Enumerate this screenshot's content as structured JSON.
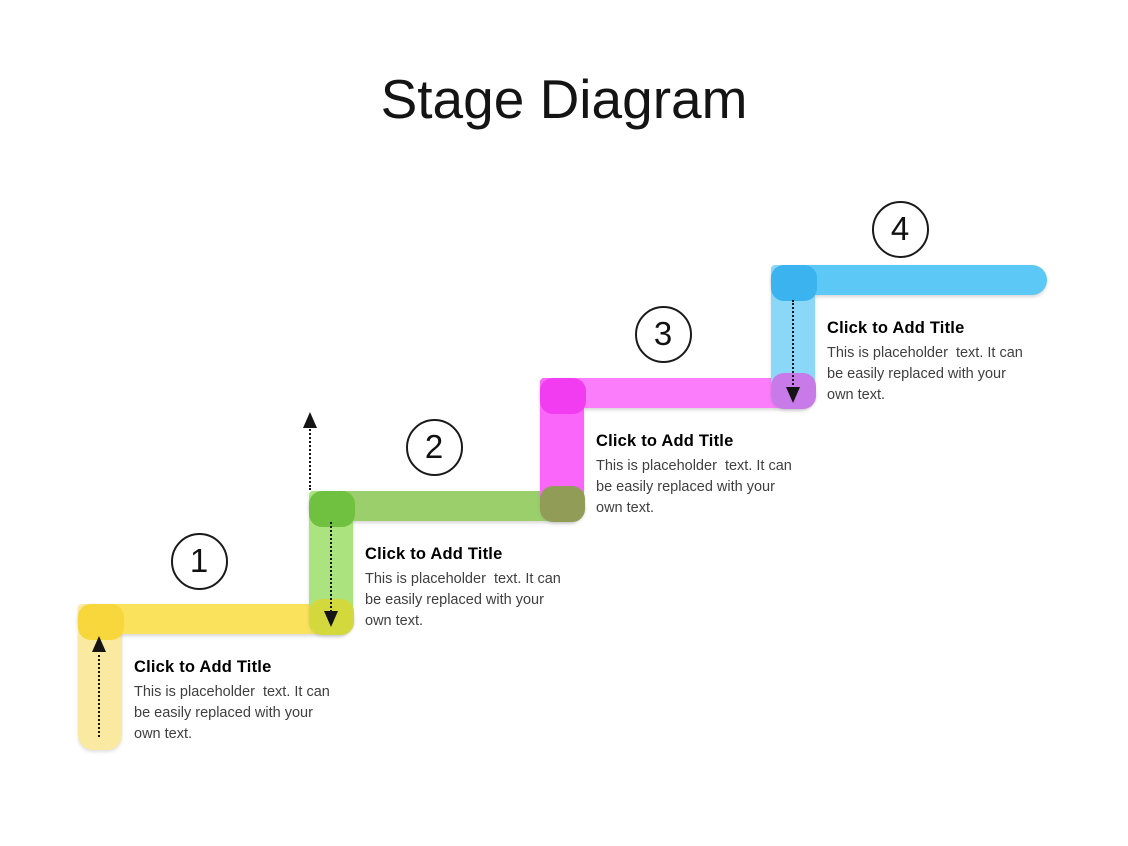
{
  "title": "Stage Diagram",
  "arrow_color": "#141414",
  "stages": [
    {
      "number": "1",
      "card_title": "Click to Add Title",
      "body_lines": [
        "This is placeholder  text. It can",
        "be easily replaced with your",
        "own text."
      ],
      "colors": {
        "corner": "#F7D73C",
        "bar": "#FBE25C",
        "vertical": "#FAE9A0",
        "overlap": null
      }
    },
    {
      "number": "2",
      "card_title": "Click to Add Title",
      "body_lines": [
        "This is placeholder  text. It can",
        "be easily replaced with your",
        "own text."
      ],
      "colors": {
        "corner": "#71C140",
        "bar": "#9ACF6B",
        "vertical": "#ABE47E",
        "overlap": "#D3D83C"
      }
    },
    {
      "number": "3",
      "card_title": "Click to Add Title",
      "body_lines": [
        "This is placeholder  text. It can",
        "be easily replaced with your",
        "own text."
      ],
      "colors": {
        "corner": "#F23CF2",
        "bar": "#FB7DFB",
        "vertical": "#F966F9",
        "overlap": "#919C56"
      }
    },
    {
      "number": "4",
      "card_title": "Click to Add Title",
      "body_lines": [
        "This is placeholder  text. It can",
        "be easily replaced with your",
        "own text."
      ],
      "colors": {
        "corner": "#3AB3EE",
        "bar": "#5CC8F6",
        "vertical": "#8BD7F8",
        "overlap": "#C87AE9"
      }
    }
  ]
}
